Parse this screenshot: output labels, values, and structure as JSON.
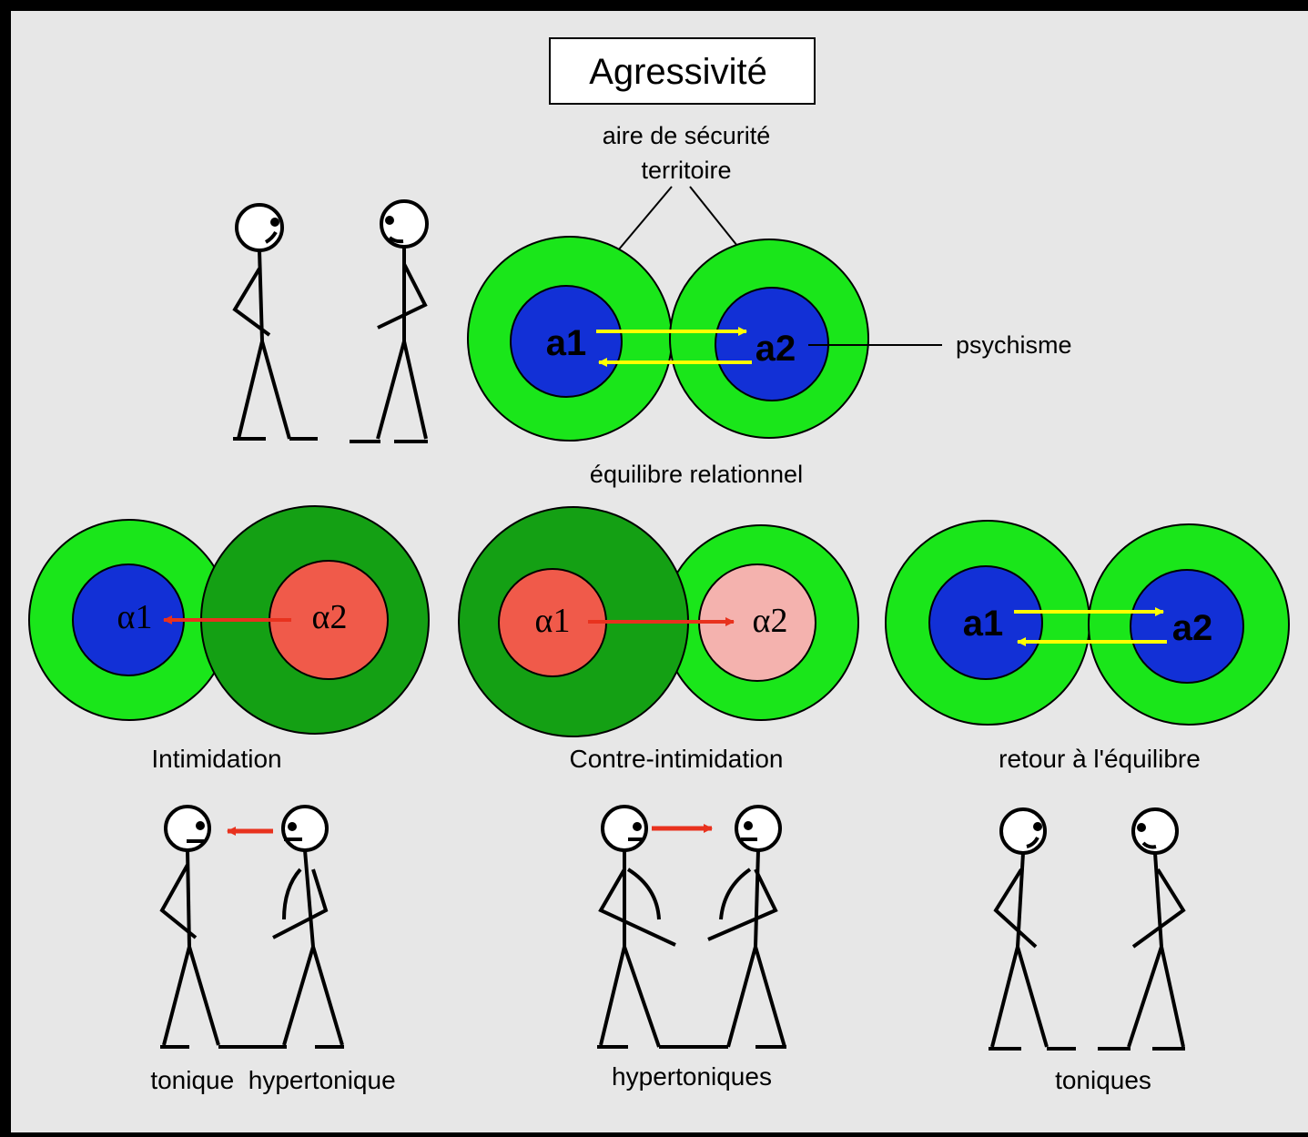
{
  "title": "Agressivité",
  "top_diagram": {
    "label_area_line1": "aire de sécurité",
    "label_area_line2": "territoire",
    "label_psychism": "psychisme",
    "caption": "équilibre relationnel",
    "node_left": "a1",
    "node_right": "a2"
  },
  "panels": [
    {
      "node_left": "α1",
      "node_right": "α2",
      "caption": "Intimidation",
      "figures_caption": "tonique  hypertonique"
    },
    {
      "node_left": "α1",
      "node_right": "α2",
      "caption": "Contre-intimidation",
      "figures_caption": "hypertoniques"
    },
    {
      "node_left": "a1",
      "node_right": "a2",
      "caption": "retour à l'équilibre",
      "figures_caption": "toniques"
    }
  ],
  "colors": {
    "background": "#e7e7e7",
    "frame": "#000000",
    "territory_green": "#1ae61a",
    "territory_dark_green": "#14a014",
    "psyche_blue": "#1230d6",
    "psyche_red": "#f05a4a",
    "psyche_pink": "#f4b2ae",
    "arrow_yellow": "#ffff00",
    "arrow_red": "#e8321e"
  }
}
